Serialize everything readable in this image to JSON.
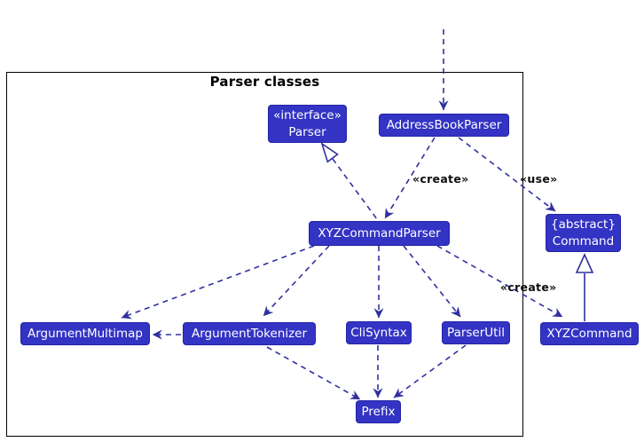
{
  "diagram": {
    "frame_title": "Parser classes",
    "classes": [
      {
        "id": "parser",
        "stereotype": "«interface»",
        "name": "Parser"
      },
      {
        "id": "address_book_parser",
        "stereotype": "",
        "name": "AddressBookParser"
      },
      {
        "id": "xyz_command_parser",
        "stereotype": "",
        "name": "XYZCommandParser"
      },
      {
        "id": "command",
        "stereotype": "{abstract}",
        "name": "Command"
      },
      {
        "id": "argument_multimap",
        "stereotype": "",
        "name": "ArgumentMultimap"
      },
      {
        "id": "argument_tokenizer",
        "stereotype": "",
        "name": "ArgumentTokenizer"
      },
      {
        "id": "cli_syntax",
        "stereotype": "",
        "name": "CliSyntax"
      },
      {
        "id": "parser_util",
        "stereotype": "",
        "name": "ParserUtil"
      },
      {
        "id": "xyz_command",
        "stereotype": "",
        "name": "XYZCommand"
      },
      {
        "id": "prefix",
        "stereotype": "",
        "name": "Prefix"
      }
    ],
    "edges": [
      {
        "from": "offscreen-top",
        "to": "AddressBookParser",
        "type": "dashed-dependency",
        "label": ""
      },
      {
        "from": "AddressBookParser",
        "to": "XYZCommandParser",
        "type": "dashed-dependency",
        "label": "«create»"
      },
      {
        "from": "AddressBookParser",
        "to": "Command",
        "type": "dashed-dependency",
        "label": "«use»"
      },
      {
        "from": "XYZCommandParser",
        "to": "Parser",
        "type": "realization",
        "label": ""
      },
      {
        "from": "XYZCommandParser",
        "to": "ArgumentMultimap",
        "type": "dashed-dependency",
        "label": ""
      },
      {
        "from": "XYZCommandParser",
        "to": "ArgumentTokenizer",
        "type": "dashed-dependency",
        "label": ""
      },
      {
        "from": "XYZCommandParser",
        "to": "CliSyntax",
        "type": "dashed-dependency",
        "label": ""
      },
      {
        "from": "XYZCommandParser",
        "to": "ParserUtil",
        "type": "dashed-dependency",
        "label": ""
      },
      {
        "from": "XYZCommandParser",
        "to": "XYZCommand",
        "type": "dashed-dependency",
        "label": "«create»"
      },
      {
        "from": "ArgumentTokenizer",
        "to": "ArgumentMultimap",
        "type": "dashed-dependency",
        "label": ""
      },
      {
        "from": "ArgumentTokenizer",
        "to": "Prefix",
        "type": "dashed-dependency",
        "label": ""
      },
      {
        "from": "CliSyntax",
        "to": "Prefix",
        "type": "dashed-dependency",
        "label": ""
      },
      {
        "from": "ParserUtil",
        "to": "Prefix",
        "type": "dashed-dependency",
        "label": ""
      },
      {
        "from": "XYZCommand",
        "to": "Command",
        "type": "inheritance",
        "label": ""
      }
    ],
    "colors": {
      "class_fill": "#3333C4",
      "class_border": "#2424A8",
      "class_text": "#FFFFFF",
      "arrow": "#30309F",
      "frame_border": "#000000",
      "label_text": "#0D0D0D",
      "background": "#FFFFFF"
    }
  }
}
